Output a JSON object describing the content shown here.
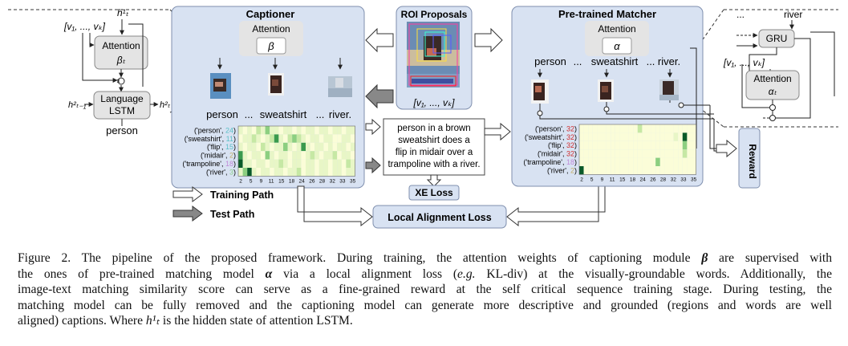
{
  "captioner": {
    "title": "Captioner",
    "attention_label": "Attention",
    "beta_symbol": "β",
    "words": [
      "person",
      "...",
      "sweatshirt",
      "...",
      "river."
    ]
  },
  "roi": {
    "title": "ROI Proposals",
    "features": "[v₁, ..., vₖ]"
  },
  "matcher": {
    "title": "Pre-trained Matcher",
    "attention_label": "Attention",
    "alpha_symbol": "α",
    "words": [
      "person",
      "...",
      "sweatshirt",
      "...",
      "river."
    ]
  },
  "left_lstm": {
    "h1": "h¹ₜ",
    "features": "[v₁, ..., vₖ]",
    "attention": "Attention",
    "beta_t": "βₜ",
    "language": "Language",
    "lstm": "LSTM",
    "h2_prev": "h²ₜ₋₁",
    "h2": "h²ₜ",
    "output": "person"
  },
  "right_gru": {
    "dots": "...",
    "word": "river",
    "gru": "GRU",
    "features": "[v₁, ..., vₖ]",
    "attention": "Attention",
    "alpha_t": "αₜ"
  },
  "caption_box": {
    "lines": [
      "person in  a brown",
      "sweatshirt does a",
      "flip in midair over a",
      "trampoline with a river."
    ]
  },
  "xe_loss": "XE Loss",
  "local_alignment_loss": "Local Alignment Loss",
  "reward": "Reward",
  "legend": {
    "training": "Training Path",
    "test": "Test Path"
  },
  "heatmap_left": {
    "rows": [
      {
        "word": "('person', ",
        "num": "24",
        "end": ")",
        "color": "#5bc0c8"
      },
      {
        "word": "('sweatshirt', ",
        "num": "11",
        "end": ")",
        "color": "#5bc0c8"
      },
      {
        "word": "('flip', ",
        "num": "15",
        "end": ")",
        "color": "#5bc0c8"
      },
      {
        "word": "('midair', ",
        "num": "2",
        "end": ")",
        "color": "#c6b06a"
      },
      {
        "word": "('trampoline', ",
        "num": "18",
        "end": ")",
        "color": "#c08ad8"
      },
      {
        "word": "('river', ",
        "num": "3",
        "end": ")",
        "color": "#8ed08e"
      }
    ],
    "xticks": [
      "2",
      "5",
      "9",
      "11",
      "15",
      "18",
      "24",
      "26",
      "28",
      "32",
      "33",
      "35"
    ],
    "cells": [
      [
        1,
        0,
        1,
        0,
        2,
        1,
        3,
        1,
        1,
        0,
        1,
        1,
        0,
        1,
        0,
        1,
        1,
        0,
        1,
        1,
        0,
        1,
        1,
        0,
        1,
        1
      ],
      [
        0,
        1,
        1,
        2,
        1,
        0,
        1,
        2,
        4,
        1,
        0,
        2,
        3,
        2,
        1,
        0,
        1,
        1,
        0,
        1,
        1,
        0,
        0,
        1,
        1,
        0
      ],
      [
        1,
        0,
        1,
        1,
        0,
        2,
        1,
        0,
        1,
        1,
        3,
        1,
        0,
        1,
        4,
        1,
        0,
        1,
        1,
        0,
        1,
        0,
        1,
        1,
        0,
        1
      ],
      [
        4,
        1,
        0,
        1,
        1,
        0,
        3,
        1,
        0,
        1,
        1,
        0,
        1,
        1,
        0,
        1,
        2,
        1,
        0,
        1,
        1,
        2,
        0,
        1,
        1,
        0
      ],
      [
        5,
        1,
        1,
        0,
        1,
        1,
        0,
        1,
        1,
        2,
        1,
        0,
        1,
        1,
        0,
        1,
        1,
        0,
        1,
        1,
        0,
        1,
        1,
        0,
        2,
        1
      ],
      [
        1,
        3,
        5,
        1,
        0,
        1,
        1,
        0,
        1,
        1,
        0,
        1,
        1,
        2,
        0,
        1,
        1,
        0,
        1,
        1,
        0,
        1,
        1,
        0,
        1,
        1
      ]
    ]
  },
  "heatmap_right": {
    "rows": [
      {
        "word": "('person', ",
        "num": "32",
        "end": ")",
        "color": "#d03030"
      },
      {
        "word": "('sweatshirt', ",
        "num": "32",
        "end": ")",
        "color": "#d03030"
      },
      {
        "word": "('flip', ",
        "num": "32",
        "end": ")",
        "color": "#d03030"
      },
      {
        "word": "('midair', ",
        "num": "32",
        "end": ")",
        "color": "#d03030"
      },
      {
        "word": "('trampoline', ",
        "num": "18",
        "end": ")",
        "color": "#c08ad8"
      },
      {
        "word": "('river', ",
        "num": "2",
        "end": ")",
        "color": "#c6b06a"
      }
    ],
    "xticks": [
      "2",
      "5",
      "9",
      "11",
      "15",
      "18",
      "24",
      "26",
      "28",
      "32",
      "33",
      "35"
    ],
    "cells": [
      [
        0,
        0,
        0,
        0,
        0,
        0,
        0,
        0,
        0,
        0,
        0,
        0,
        0,
        2,
        0,
        0,
        0,
        0,
        0,
        0,
        0,
        0,
        0,
        0,
        0,
        0
      ],
      [
        0,
        0,
        0,
        0,
        0,
        0,
        0,
        0,
        0,
        0,
        0,
        0,
        0,
        0,
        0,
        0,
        0,
        0,
        0,
        0,
        0,
        1,
        0,
        5,
        0,
        0
      ],
      [
        0,
        0,
        0,
        0,
        0,
        0,
        0,
        0,
        0,
        0,
        0,
        0,
        0,
        0,
        0,
        0,
        0,
        0,
        0,
        0,
        0,
        0,
        0,
        3,
        0,
        0
      ],
      [
        0,
        0,
        0,
        0,
        0,
        0,
        0,
        0,
        0,
        0,
        0,
        0,
        0,
        0,
        0,
        0,
        0,
        0,
        0,
        0,
        0,
        0,
        0,
        2,
        0,
        0
      ],
      [
        0,
        0,
        0,
        0,
        0,
        0,
        0,
        0,
        0,
        0,
        0,
        0,
        0,
        0,
        0,
        0,
        0,
        3,
        0,
        0,
        0,
        0,
        0,
        0,
        0,
        0
      ],
      [
        5,
        0,
        0,
        0,
        0,
        0,
        0,
        0,
        0,
        0,
        0,
        0,
        0,
        0,
        0,
        0,
        0,
        0,
        0,
        0,
        0,
        0,
        0,
        0,
        0,
        0
      ]
    ]
  },
  "colors": {
    "panel_fill": "#d8e2f2",
    "panel_stroke": "#7f8fae",
    "gray_box": "#e4e4e4",
    "heat": [
      "#fbfdd8",
      "#e8f6c6",
      "#c6e8a4",
      "#8ccf80",
      "#3a9a4e",
      "#0a5a28"
    ]
  },
  "figure_caption": {
    "lines": [
      [
        {
          "t": "Figure 2.  The pipeline of the proposed framework.  During training, the attention weights of captioning module "
        },
        {
          "t": "β",
          "cls": "sym"
        },
        {
          "t": " are supervised with"
        }
      ],
      [
        {
          "t": "the ones of pre-trained matching model "
        },
        {
          "t": "α",
          "cls": "sym"
        },
        {
          "t": " via a local alignment loss ("
        },
        {
          "t": "e.g.",
          "cls": "it"
        },
        {
          "t": " KL-div) at the visually-groundable words.  Additionally, the"
        }
      ],
      [
        {
          "t": "image-text matching similarity score can serve as a fine-grained reward at the self critical sequence training stage.  During testing, the"
        }
      ],
      [
        {
          "t": "matching model can be fully removed and the captioning model can generate more descriptive and grounded (regions and words are well"
        }
      ],
      [
        {
          "t": "aligned) captions. Where "
        },
        {
          "t": "h¹ₜ",
          "cls": "it"
        },
        {
          "t": " is the hidden state of attention LSTM."
        }
      ]
    ]
  }
}
